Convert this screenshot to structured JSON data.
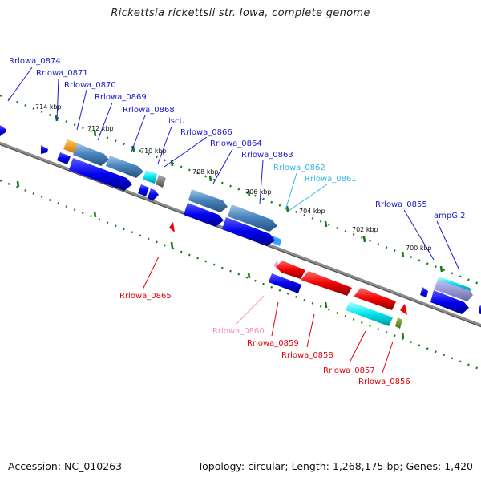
{
  "title": "Rickettsia rickettsii str. Iowa, complete genome",
  "footer": {
    "accession": "Accession: NC_010263",
    "summary": "Topology: circular; Length: 1,268,175 bp; Genes: 1,420"
  },
  "colors": {
    "forward_label": "#1a1ad0",
    "reverse_label": "#e0000a",
    "pseudo_forward_label": "#38b6e8",
    "pseudo_reverse_label": "#f090c8",
    "tick": "#1a7a1a",
    "backbone": "#8c8c8c"
  },
  "ticks": [
    "714 kbp",
    "712 kbp",
    "710 kbp",
    "708 kbp",
    "706 kbp",
    "704 kbp",
    "702 kbp",
    "700 kbp"
  ],
  "forward_genes": [
    "Rrlowa_0874",
    "Rrlowa_0871",
    "Rrlowa_0870",
    "Rrlowa_0869",
    "Rrlowa_0868",
    "iscU",
    "Rrlowa_0866",
    "Rrlowa_0864",
    "Rrlowa_0863",
    "Rrlowa_0855",
    "ampG.2"
  ],
  "pseudo_forward_genes": [
    "Rrlowa_0862",
    "Rrlowa_0861"
  ],
  "reverse_genes": [
    "Rrlowa_0865",
    "Rrlowa_0859",
    "Rrlowa_0858",
    "Rrlowa_0857",
    "Rrlowa_0856"
  ],
  "pseudo_reverse_genes": [
    "Rrlowa_0860"
  ]
}
